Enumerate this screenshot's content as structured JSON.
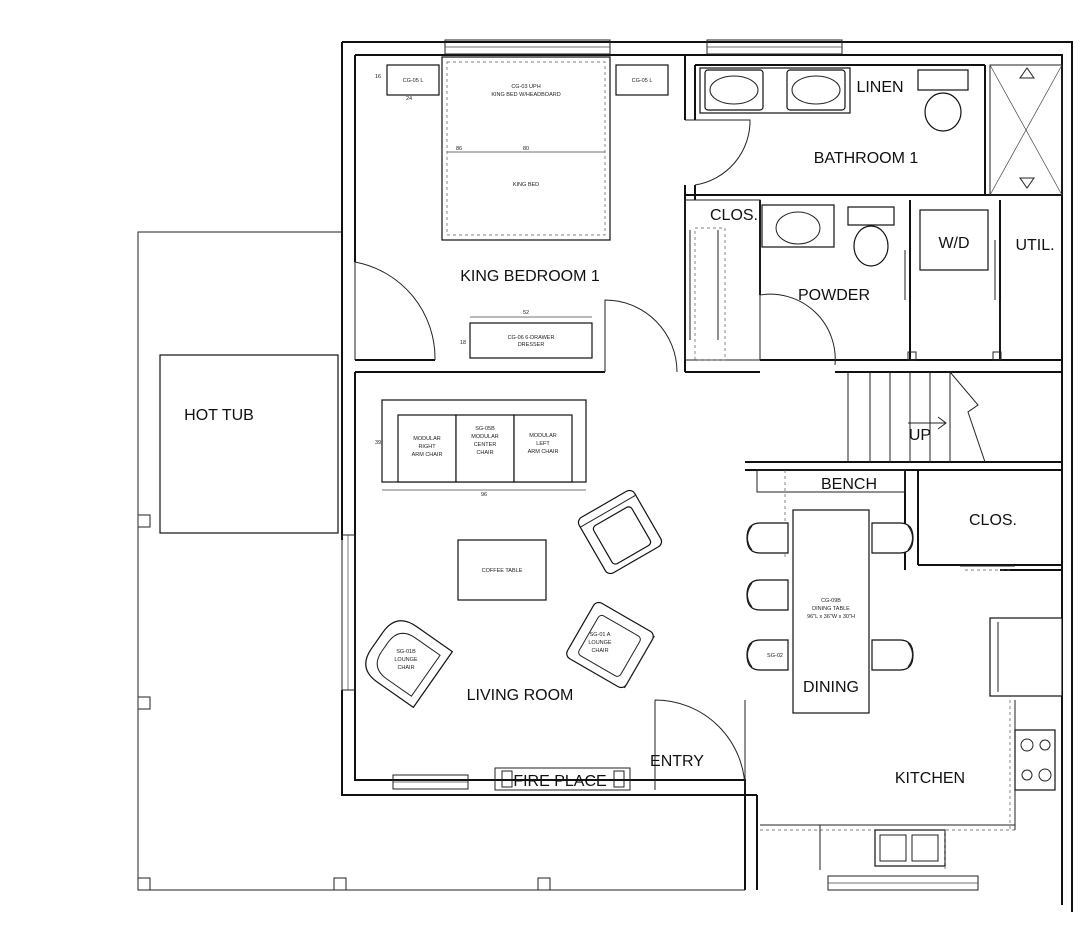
{
  "rooms": {
    "king_bedroom": "KING BEDROOM 1",
    "bathroom": "BATHROOM 1",
    "linen": "LINEN",
    "clos_upper": "CLOS.",
    "powder": "POWDER",
    "wd": "W/D",
    "util": "UTIL.",
    "hot_tub": "HOT TUB",
    "up": "UP",
    "bench": "BENCH",
    "clos_right": "CLOS.",
    "living_room": "LIVING ROOM",
    "dining": "DINING",
    "entry": "ENTRY",
    "fire_place": "FIRE PLACE",
    "kitchen": "KITCHEN"
  },
  "furniture": {
    "nightstand_left": "CG-05 L",
    "nightstand_right": "CG-05 L",
    "nightstand_dim_h": "16",
    "nightstand_dim_w": "24",
    "bed_line1": "CG-03 UPH",
    "bed_line2": "KING BED W/HEADBOARD",
    "bed_dim_h": "86",
    "bed_dim_w": "80",
    "bed_label": "KING BED",
    "dresser_dim_w": "52",
    "dresser_dim_h": "18",
    "dresser_line1": "CG-06 6-DRAWER",
    "dresser_line2": "DRESSER",
    "sofa_right": [
      "MODULAR",
      "RIGHT",
      "ARM CHAIR"
    ],
    "sofa_center": [
      "SG-05B",
      "MODULAR",
      "CENTER",
      "CHAIR"
    ],
    "sofa_left": [
      "MODULAR",
      "LEFT",
      "ARM CHAIR"
    ],
    "sofa_dim_h": "39",
    "sofa_dim_w": "96",
    "coffee_table": "COFFEE TABLE",
    "lounge_b": [
      "SG-01B",
      "LOUNGE",
      "CHAIR"
    ],
    "lounge_a": [
      "SG-01 A",
      "LOUNGE",
      "CHAIR"
    ],
    "dining_table": [
      "CG-09B",
      "DINING TABLE",
      "96\"L x 36\"W x 30\"H"
    ],
    "dining_chair": "SG-02"
  }
}
